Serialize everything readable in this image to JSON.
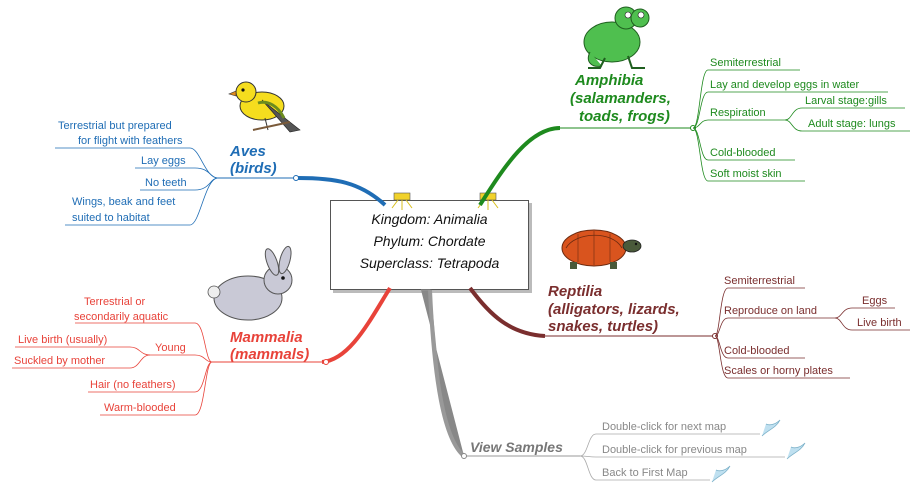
{
  "central": {
    "kingdom": "Kingdom: Animalia",
    "phylum": "Phylum:  Chordate",
    "superclass": "Superclass: Tetrapoda"
  },
  "aves": {
    "title": "Aves",
    "subtitle": "(birds)",
    "color": "#1f6db5",
    "leaves": [
      "Terrestrial but prepared",
      "for flight with feathers",
      "Lay eggs",
      "No teeth",
      "Wings, beak and feet",
      "suited to habitat"
    ]
  },
  "amphibia": {
    "title": "Amphibia",
    "subtitle1": "(salamanders,",
    "subtitle2": "toads, frogs)",
    "color": "#1e8a1e",
    "leaves": [
      "Semiterrestrial",
      "Lay and develop eggs in water",
      "Respiration",
      "Larval stage:gills",
      "Adult stage: lungs",
      "Cold-blooded",
      "Soft moist skin"
    ]
  },
  "mammalia": {
    "title": "Mammalia",
    "subtitle": "(mammals)",
    "color": "#e8433a",
    "leaves": [
      "Terrestrial or",
      "secondarily aquatic",
      "Young",
      "Live birth (usually)",
      "Suckled by mother",
      "Hair (no feathers)",
      "Warm-blooded"
    ]
  },
  "reptilia": {
    "title": "Reptilia",
    "subtitle1": "(alligators, lizards,",
    "subtitle2": "snakes, turtles)",
    "color": "#7a2e2e",
    "leaves": [
      "Semiterrestrial",
      "Reproduce on land",
      "Eggs",
      "Live birth",
      "Cold-blooded",
      "Scales or horny plates"
    ]
  },
  "samples": {
    "title": "View Samples",
    "color": "#8c8c8c",
    "items": [
      "Double-click for next map",
      "Double-click for previous map",
      "Back to First Map"
    ]
  }
}
